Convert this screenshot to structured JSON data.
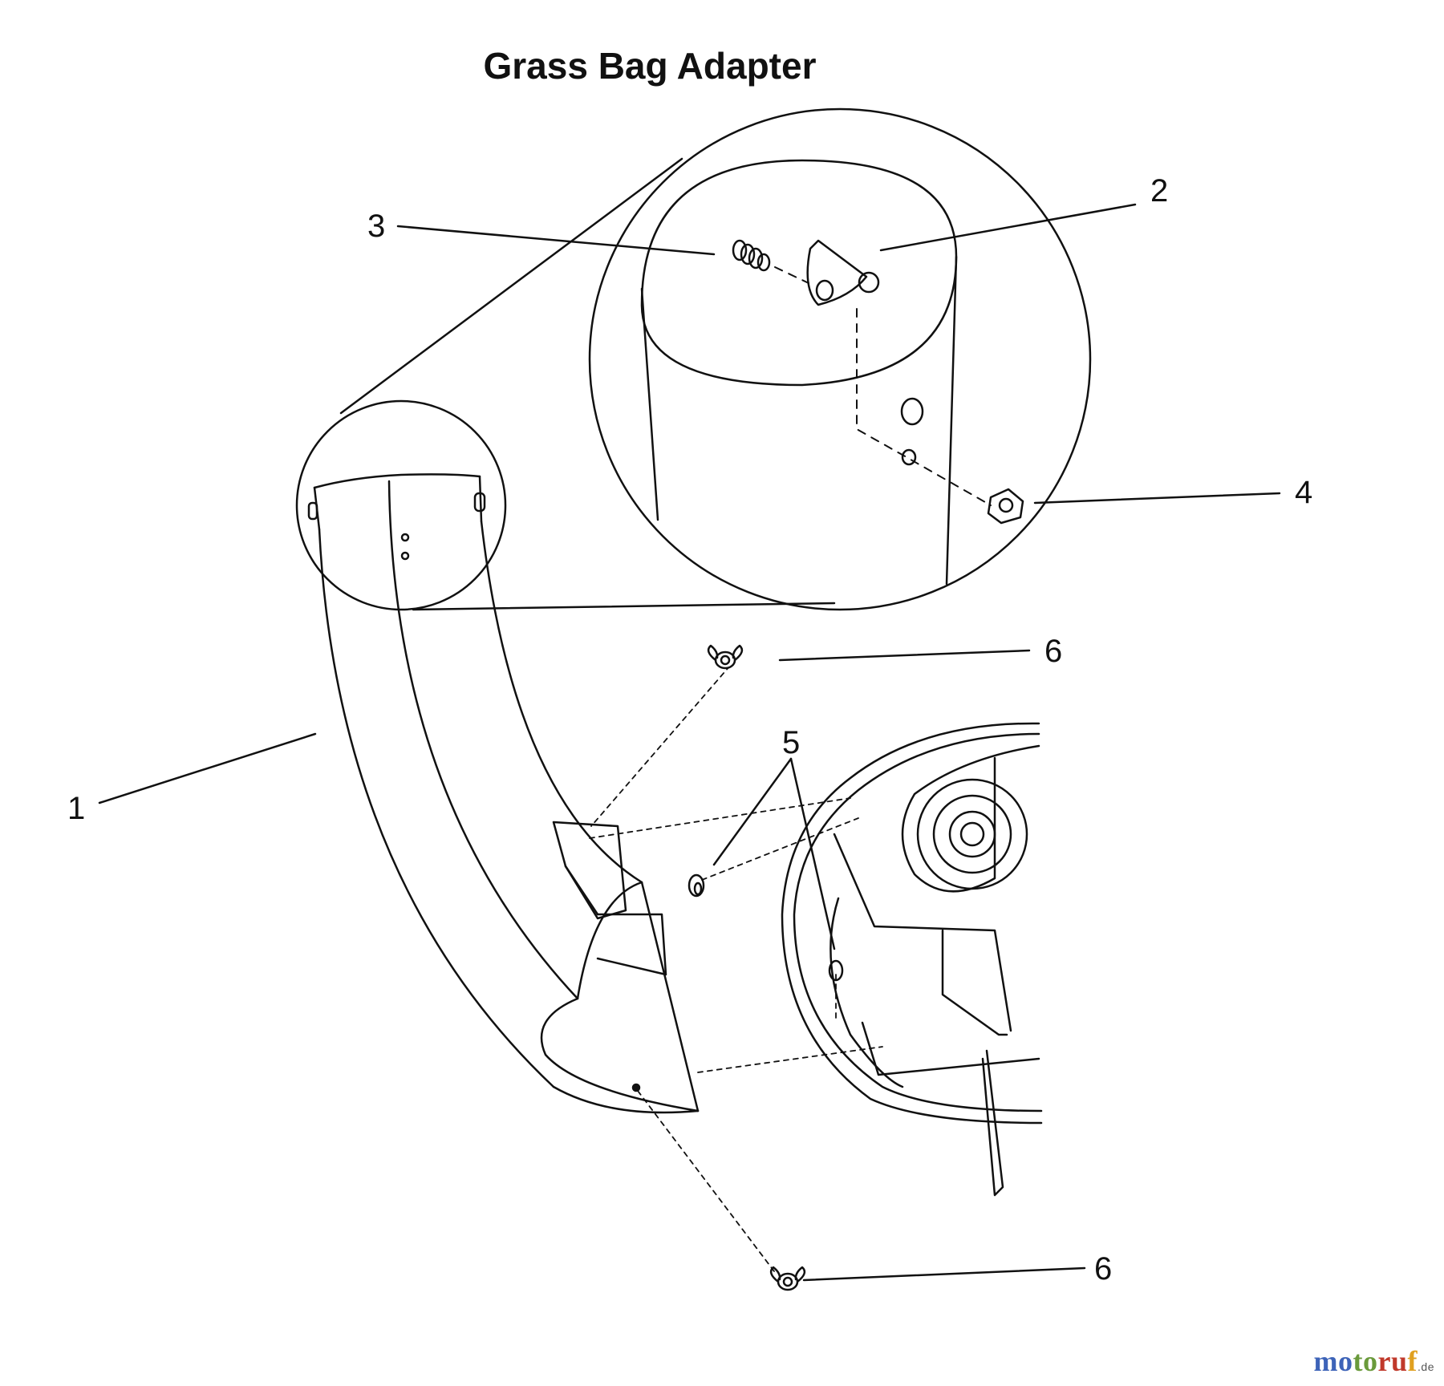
{
  "title": "Grass Bag Adapter",
  "callouts": {
    "c1": "1",
    "c2": "2",
    "c3": "3",
    "c4": "4",
    "c5": "5",
    "c6a": "6",
    "c6b": "6"
  },
  "watermark": {
    "part1": "mo",
    "part2": "to",
    "part3": "ru",
    "part4": "f",
    "tld": ".de"
  }
}
